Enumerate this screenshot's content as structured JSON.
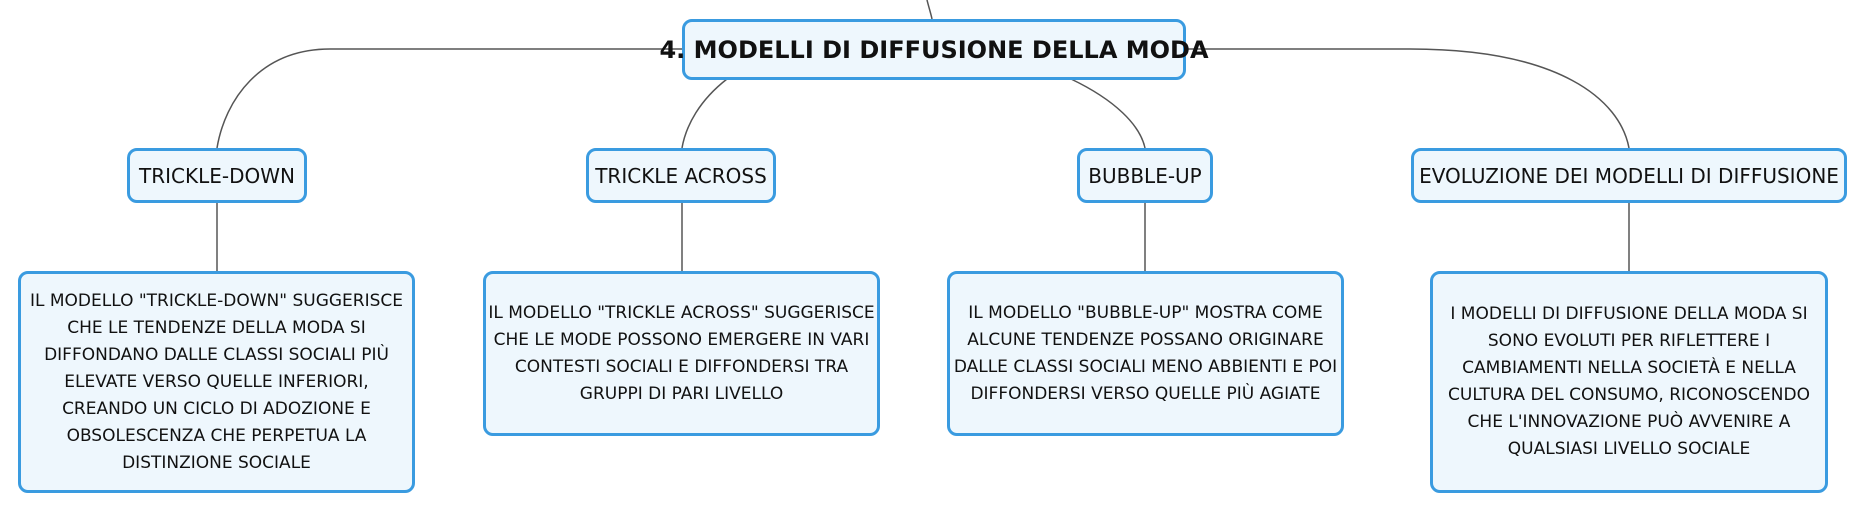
{
  "diagram": {
    "root": {
      "label": "4. MODELLI DI DIFFUSIONE DELLA MODA"
    },
    "branches": [
      {
        "label": "TRICKLE-DOWN",
        "detail_lines": [
          "IL MODELLO \"TRICKLE-DOWN\" SUGGERISCE",
          "CHE LE TENDENZE DELLA MODA SI",
          "DIFFONDANO DALLE CLASSI SOCIALI PIÙ",
          "ELEVATE VERSO QUELLE INFERIORI,",
          "CREANDO UN CICLO DI ADOZIONE E",
          "OBSOLESCENZA CHE PERPETUA LA",
          "DISTINZIONE SOCIALE"
        ]
      },
      {
        "label": "TRICKLE ACROSS",
        "detail_lines": [
          "IL MODELLO \"TRICKLE ACROSS\" SUGGERISCE",
          "CHE LE MODE POSSONO EMERGERE IN VARI",
          "CONTESTI SOCIALI E DIFFONDERSI TRA",
          "GRUPPI DI PARI LIVELLO"
        ]
      },
      {
        "label": "BUBBLE-UP",
        "detail_lines": [
          "IL MODELLO \"BUBBLE-UP\" MOSTRA COME",
          "ALCUNE TENDENZE POSSANO ORIGINARE",
          "DALLE CLASSI SOCIALI MENO ABBIENTI E POI",
          "DIFFONDERSI VERSO QUELLE PIÙ AGIATE"
        ]
      },
      {
        "label": "EVOLUZIONE DEI MODELLI DI DIFFUSIONE",
        "detail_lines": [
          "I MODELLI DI DIFFUSIONE DELLA MODA SI",
          "SONO EVOLUTI PER RIFLETTERE I",
          "CAMBIAMENTI NELLA SOCIETÀ E NELLA",
          "CULTURA DEL CONSUMO, RICONOSCENDO",
          "CHE L'INNOVAZIONE PUÒ AVVENIRE A",
          "QUALSIASI LIVELLO SOCIALE"
        ]
      }
    ]
  }
}
